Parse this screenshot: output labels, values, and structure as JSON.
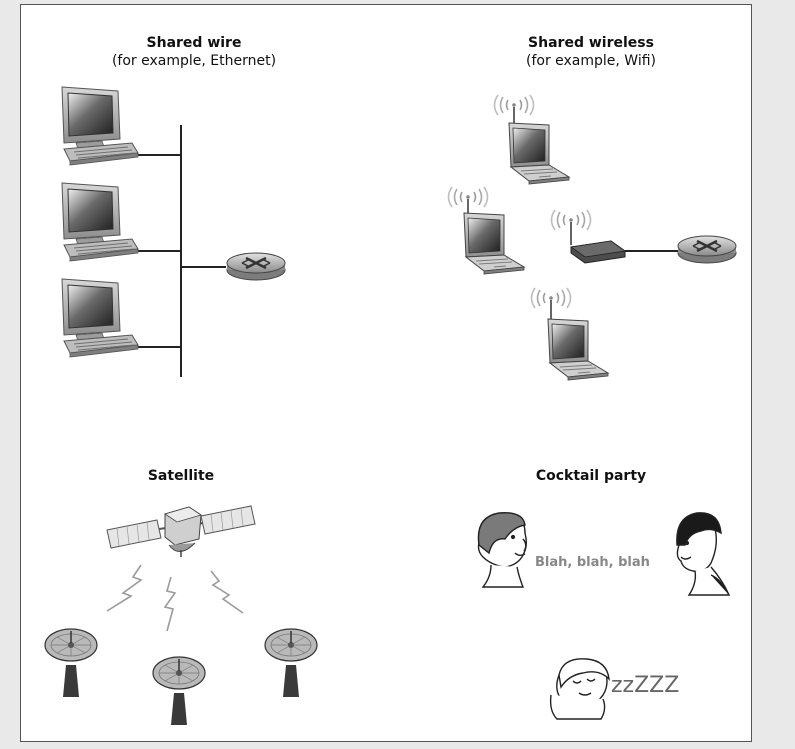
{
  "panels": {
    "shared_wire": {
      "title": "Shared wire",
      "subtitle": "(for example, Ethernet)",
      "computers": 3
    },
    "shared_wireless": {
      "title": "Shared wireless",
      "subtitle": "(for example, Wifi)",
      "laptops": 3
    },
    "satellite": {
      "title": "Satellite",
      "dishes": 3
    },
    "cocktail_party": {
      "title": "Cocktail party",
      "speech": "Blah, blah, blah",
      "snore": "zzZZZ"
    }
  },
  "colors": {
    "background": "#e9e9e9",
    "panel": "#ffffff",
    "device_gray": "#9a9a9a",
    "signal_gray": "#9b9b9b"
  }
}
